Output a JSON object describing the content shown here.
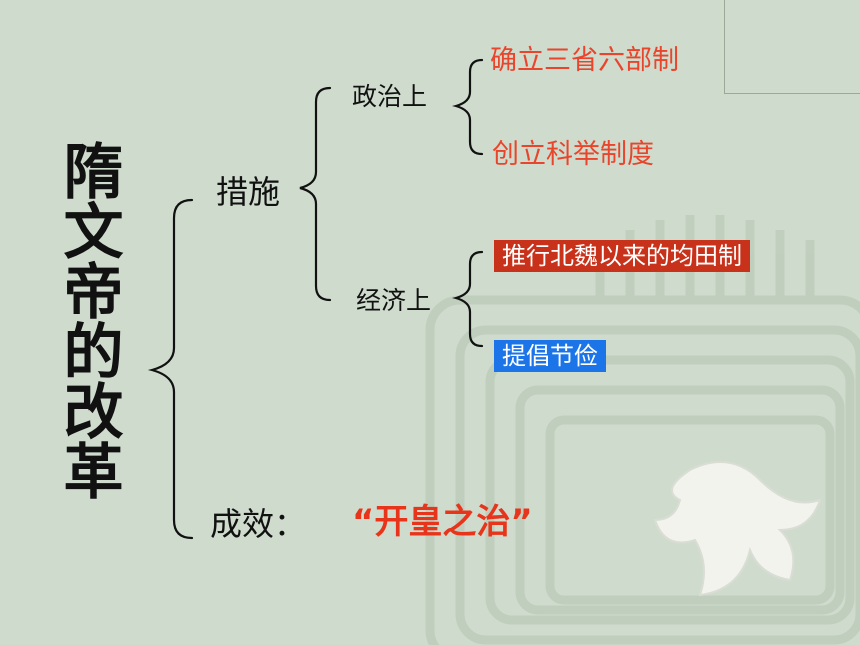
{
  "slide": {
    "title": "隋文帝的改革",
    "measures": "措施",
    "political": "政治上",
    "political_items": [
      "确立三省六部制",
      "创立科举制度"
    ],
    "economic": "经济上",
    "economic_items": [
      "推行北魏以来的均田制",
      "提倡节俭"
    ],
    "result_label": "成效：",
    "result_value": "“开皇之治”"
  },
  "colors": {
    "background": "#cfdccd",
    "red_text": "#e8452c",
    "red_box": "#c8321a",
    "blue_box": "#1b75e8"
  },
  "chart_data": {
    "type": "tree",
    "root": "隋文帝的改革",
    "children": [
      {
        "label": "措施",
        "children": [
          {
            "label": "政治上",
            "children": [
              "确立三省六部制",
              "创立科举制度"
            ]
          },
          {
            "label": "经济上",
            "children": [
              "推行北魏以来的均田制",
              "提倡节俭"
            ]
          }
        ]
      },
      {
        "label": "成效：",
        "children": [
          "“开皇之治”"
        ]
      }
    ]
  }
}
